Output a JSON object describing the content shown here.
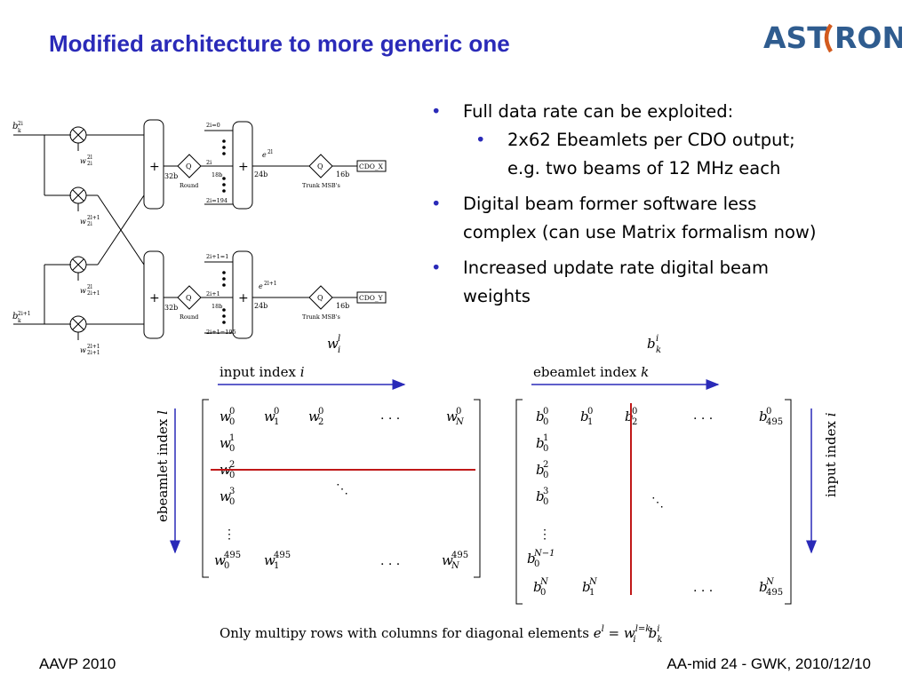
{
  "title": "Modified architecture to more generic one",
  "logo": {
    "left": "AST",
    "right": "RON"
  },
  "bullets": [
    {
      "text": "Full data rate can be exploited:",
      "sub": [
        "2x62 Ebeamlets per CDO output;",
        "e.g. two beams of 12 MHz each"
      ]
    },
    {
      "text": "Digital beam former software less",
      "text2": "complex (can use Matrix formalism now)"
    },
    {
      "text": "Increased update rate digital beam",
      "text2": "weights"
    }
  ],
  "diagram": {
    "q_label": "Q",
    "round_label": "Round",
    "trunk_label": "Trunk MSB's",
    "w32": "32b",
    "w24": "24b",
    "w16": "16b",
    "w18": "18b",
    "top": {
      "cdo": "CDO_X",
      "idx0": "2i=0",
      "idx": "2i",
      "idxN": "2i=194"
    },
    "bottom": {
      "cdo": "CDO_Y",
      "idx0": "2i+1=1",
      "idx": "2i+1",
      "idxN": "2i+1=195"
    }
  },
  "matrix": {
    "input_index": "input index",
    "ebeamlet_index": "ebeamlet index",
    "ebeamlet_index_l": "ebeamlet index",
    "input_index_i": "input index",
    "dots": ". . .",
    "vdots": "⋮",
    "ddots": "⋱",
    "caption": "Only multipy rows with columns for diagonal elements"
  },
  "footer": {
    "left": "AAVP 2010",
    "right": "AA-mid 24 - GWK, 2010/12/10"
  }
}
